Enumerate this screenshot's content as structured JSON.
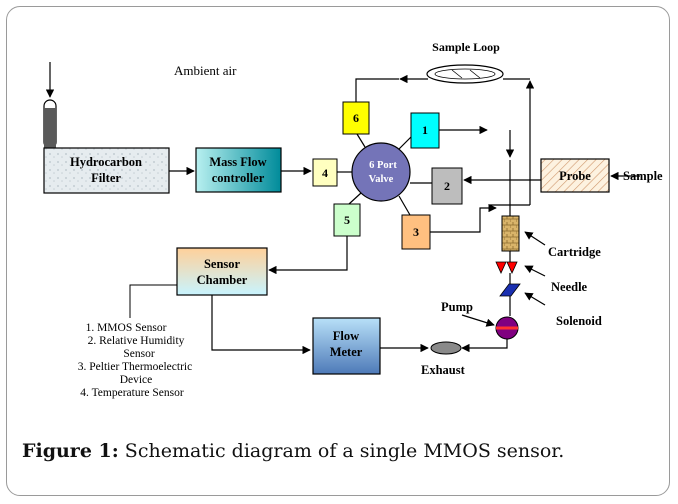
{
  "figure": {
    "caption_label": "Figure 1:",
    "caption_text": " Schematic diagram of a single MMOS sensor."
  },
  "labels": {
    "ambient_air": "Ambient air",
    "sample_loop": "Sample Loop",
    "sample": "Sample",
    "cartridge": "Cartridge",
    "needle": "Needle",
    "solenoid": "Solenoid",
    "pump": "Pump",
    "exhaust": "Exhaust"
  },
  "boxes": {
    "filter": [
      "Hydrocarbon",
      "Filter"
    ],
    "mfc": [
      "Mass Flow",
      "controller"
    ],
    "valve": [
      "6 Port",
      "Valve"
    ],
    "probe": "Probe",
    "sensor_chamber": [
      "Sensor",
      "Chamber"
    ],
    "flow_meter": [
      "Flow",
      "Meter"
    ]
  },
  "ports": {
    "p1": "1",
    "p2": "2",
    "p3": "3",
    "p4": "4",
    "p5": "5",
    "p6": "6"
  },
  "sensor_list": [
    "1. MMOS Sensor",
    "2. Relative Humidity",
    "Sensor",
    "3. Peltier Thermoelectric",
    "Device",
    "4. Temperature Sensor"
  ],
  "colors": {
    "port1": "#00ffff",
    "port2": "#bdbdbd",
    "port3": "#ffc080",
    "port4": "#ffffc0",
    "port5": "#ccffcc",
    "port6": "#ffff00",
    "valve": "#7474b8",
    "needle": "#ff0000",
    "solenoid": "#1a2fb0",
    "pump": "#800080"
  }
}
